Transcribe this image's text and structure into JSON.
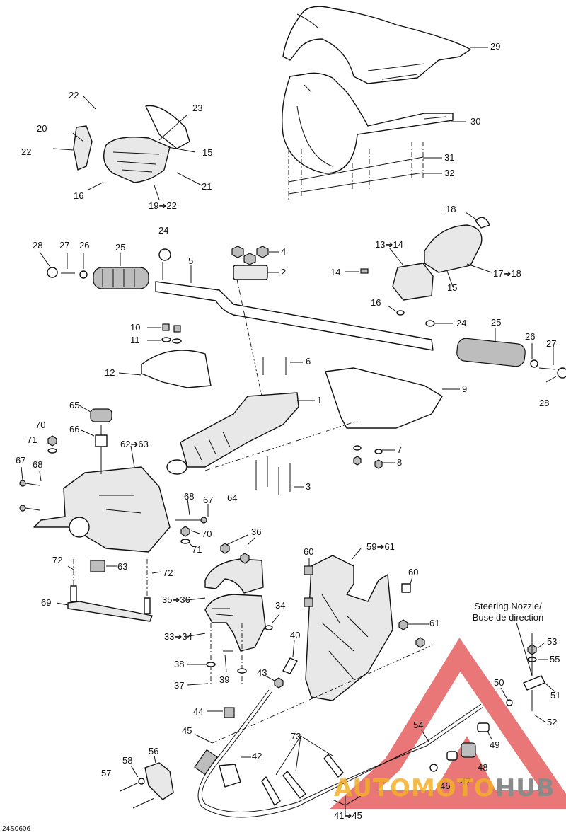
{
  "diagram": {
    "callouts": [
      {
        "id": "c29",
        "text": "29"
      },
      {
        "id": "c30",
        "text": "30"
      },
      {
        "id": "c31",
        "text": "31"
      },
      {
        "id": "c32",
        "text": "32"
      },
      {
        "id": "c22a",
        "text": "22"
      },
      {
        "id": "c23",
        "text": "23"
      },
      {
        "id": "c20",
        "text": "20"
      },
      {
        "id": "c22b",
        "text": "22"
      },
      {
        "id": "c15a",
        "text": "15"
      },
      {
        "id": "c21",
        "text": "21"
      },
      {
        "id": "c16a",
        "text": "16"
      },
      {
        "id": "c1922",
        "text": "19➔22"
      },
      {
        "id": "c24a",
        "text": "24"
      },
      {
        "id": "c28a",
        "text": "28"
      },
      {
        "id": "c27a",
        "text": "27"
      },
      {
        "id": "c26a",
        "text": "26"
      },
      {
        "id": "c25a",
        "text": "25"
      },
      {
        "id": "c5",
        "text": "5"
      },
      {
        "id": "c4",
        "text": "4"
      },
      {
        "id": "c2",
        "text": "2"
      },
      {
        "id": "c18",
        "text": "18"
      },
      {
        "id": "c1314",
        "text": "13➔14"
      },
      {
        "id": "c14",
        "text": "14"
      },
      {
        "id": "c1718",
        "text": "17➔18"
      },
      {
        "id": "c15b",
        "text": "15"
      },
      {
        "id": "c16b",
        "text": "16"
      },
      {
        "id": "c24b",
        "text": "24"
      },
      {
        "id": "c25b",
        "text": "25"
      },
      {
        "id": "c26b",
        "text": "26"
      },
      {
        "id": "c27b",
        "text": "27"
      },
      {
        "id": "c28b",
        "text": "28"
      },
      {
        "id": "c10",
        "text": "10"
      },
      {
        "id": "c11",
        "text": "11"
      },
      {
        "id": "c12",
        "text": "12"
      },
      {
        "id": "c6",
        "text": "6"
      },
      {
        "id": "c9",
        "text": "9"
      },
      {
        "id": "c1",
        "text": "1"
      },
      {
        "id": "c65",
        "text": "65"
      },
      {
        "id": "c70a",
        "text": "70"
      },
      {
        "id": "c71a",
        "text": "71"
      },
      {
        "id": "c66",
        "text": "66"
      },
      {
        "id": "c6263",
        "text": "62➔63"
      },
      {
        "id": "c67a",
        "text": "67"
      },
      {
        "id": "c68a",
        "text": "68"
      },
      {
        "id": "c7",
        "text": "7"
      },
      {
        "id": "c8",
        "text": "8"
      },
      {
        "id": "c3",
        "text": "3"
      },
      {
        "id": "c64",
        "text": "64"
      },
      {
        "id": "c68b",
        "text": "68"
      },
      {
        "id": "c67b",
        "text": "67"
      },
      {
        "id": "c70b",
        "text": "70"
      },
      {
        "id": "c71b",
        "text": "71"
      },
      {
        "id": "c36",
        "text": "36"
      },
      {
        "id": "c72a",
        "text": "72"
      },
      {
        "id": "c63",
        "text": "63"
      },
      {
        "id": "c72b",
        "text": "72"
      },
      {
        "id": "c60a",
        "text": "60"
      },
      {
        "id": "c5961",
        "text": "59➔61"
      },
      {
        "id": "c60b",
        "text": "60"
      },
      {
        "id": "c69",
        "text": "69"
      },
      {
        "id": "c3536",
        "text": "35➔36"
      },
      {
        "id": "c34",
        "text": "34"
      },
      {
        "id": "c3334",
        "text": "33➔34"
      },
      {
        "id": "c40",
        "text": "40"
      },
      {
        "id": "c61",
        "text": "61"
      },
      {
        "id": "c38",
        "text": "38"
      },
      {
        "id": "c43",
        "text": "43"
      },
      {
        "id": "c37",
        "text": "37"
      },
      {
        "id": "c39",
        "text": "39"
      },
      {
        "id": "c53",
        "text": "53"
      },
      {
        "id": "c55",
        "text": "55"
      },
      {
        "id": "c50",
        "text": "50"
      },
      {
        "id": "c51",
        "text": "51"
      },
      {
        "id": "c52",
        "text": "52"
      },
      {
        "id": "c44",
        "text": "44"
      },
      {
        "id": "c54",
        "text": "54"
      },
      {
        "id": "c45",
        "text": "45"
      },
      {
        "id": "c42",
        "text": "42"
      },
      {
        "id": "c73",
        "text": "73"
      },
      {
        "id": "c49",
        "text": "49"
      },
      {
        "id": "c56",
        "text": "56"
      },
      {
        "id": "c58",
        "text": "58"
      },
      {
        "id": "c57",
        "text": "57"
      },
      {
        "id": "c48",
        "text": "48"
      },
      {
        "id": "c47",
        "text": "47"
      },
      {
        "id": "c46",
        "text": "46"
      },
      {
        "id": "c4145",
        "text": "41➔45"
      }
    ],
    "steering_nozzle_note": "Steering Nozzle/\nBuse de direction",
    "figure_code": "24S0606",
    "watermark": {
      "part1": "AUTOMOTO",
      "part2": "HUB",
      "color1": "#f3b02a",
      "color2": "#8a8a8a",
      "triangle_color": "#e34a4a"
    }
  }
}
